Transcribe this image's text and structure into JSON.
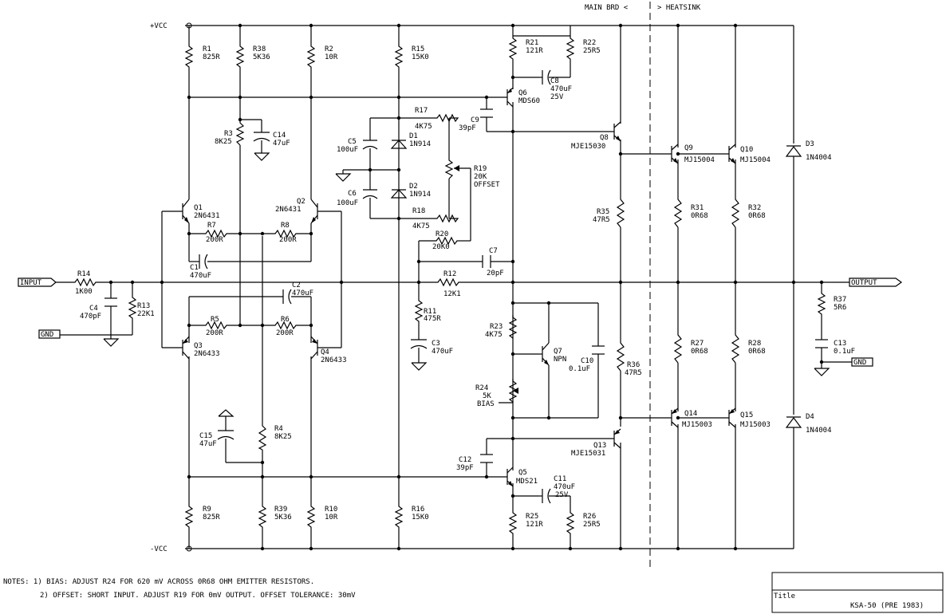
{
  "rails": {
    "pos": "+VCC",
    "neg": "-VCC"
  },
  "header": {
    "main_brd": "MAIN BRD <",
    "heatsink": "> HEATSINK"
  },
  "ports": {
    "input": "INPUT",
    "gnd_in": "GND",
    "output": "OUTPUT",
    "gnd_out": "GND"
  },
  "resistors": {
    "r1": {
      "ref": "R1",
      "val": "825R"
    },
    "r38": {
      "ref": "R38",
      "val": "5K36"
    },
    "r2": {
      "ref": "R2",
      "val": "10R"
    },
    "r15": {
      "ref": "R15",
      "val": "15K0"
    },
    "r21": {
      "ref": "R21",
      "val": "121R"
    },
    "r22": {
      "ref": "R22",
      "val": "25R5"
    },
    "r3": {
      "ref": "R3",
      "val": "8K25"
    },
    "r17": {
      "ref": "R17",
      "val": "4K75"
    },
    "r18": {
      "ref": "R18",
      "val": "4K75"
    },
    "r19": {
      "ref": "R19",
      "val": "20K",
      "extra": "OFFSET"
    },
    "r7": {
      "ref": "R7",
      "val": "200R"
    },
    "r8a": {
      "ref": "R8",
      "val": "200R"
    },
    "r20": {
      "ref": "R20",
      "val": "20K0"
    },
    "r14": {
      "ref": "R14",
      "val": "1K00"
    },
    "r13": {
      "ref": "R13",
      "val": "22K1"
    },
    "r12": {
      "ref": "R12",
      "val": "12K1"
    },
    "r11": {
      "ref": "R11",
      "val": "475R"
    },
    "r5": {
      "ref": "R5",
      "val": "200R"
    },
    "r6": {
      "ref": "R6",
      "val": "200R"
    },
    "r23": {
      "ref": "R23",
      "val": "4K75"
    },
    "r24": {
      "ref": "R24",
      "val": "5K",
      "extra": "BIAS"
    },
    "r35": {
      "ref": "R35",
      "val": "47R5"
    },
    "r36": {
      "ref": "R36",
      "val": "47R5"
    },
    "r31": {
      "ref": "R31",
      "val": "0R68"
    },
    "r32": {
      "ref": "R32",
      "val": "0R68"
    },
    "r27": {
      "ref": "R27",
      "val": "0R68"
    },
    "r28": {
      "ref": "R28",
      "val": "0R68"
    },
    "r37": {
      "ref": "R37",
      "val": "5R6"
    },
    "r4": {
      "ref": "R4",
      "val": "8K25"
    },
    "r9": {
      "ref": "R9",
      "val": "825R"
    },
    "r39": {
      "ref": "R39",
      "val": "5K36"
    },
    "r10": {
      "ref": "R10",
      "val": "10R"
    },
    "r16": {
      "ref": "R16",
      "val": "15K0"
    },
    "r25": {
      "ref": "R25",
      "val": "121R"
    },
    "r26": {
      "ref": "R26",
      "val": "25R5"
    }
  },
  "capacitors": {
    "c14": {
      "ref": "C14",
      "val": "47uF"
    },
    "c5": {
      "ref": "C5",
      "val": "100uF"
    },
    "c6": {
      "ref": "C6",
      "val": "100uF"
    },
    "c9": {
      "ref": "C9",
      "val": "39pF"
    },
    "c8": {
      "ref": "C8",
      "val": "470uF",
      "extra": "25V"
    },
    "c1": {
      "ref": "C1",
      "val": "470uF"
    },
    "c2": {
      "ref": "C2",
      "val": "470uF"
    },
    "c7": {
      "ref": "C7",
      "val": "20pF"
    },
    "c4": {
      "ref": "C4",
      "val": "470pF"
    },
    "c3": {
      "ref": "C3",
      "val": "470uF"
    },
    "c10": {
      "ref": "C10",
      "val": "0.1uF"
    },
    "c13": {
      "ref": "C13",
      "val": "0.1uF"
    },
    "c15": {
      "ref": "C15",
      "val": "47uF"
    },
    "c12": {
      "ref": "C12",
      "val": "39pF"
    },
    "c11": {
      "ref": "C11",
      "val": "470uF",
      "extra": "25V"
    }
  },
  "diodes": {
    "d1": {
      "ref": "D1",
      "val": "1N914"
    },
    "d2": {
      "ref": "D2",
      "val": "1N914"
    },
    "d3": {
      "ref": "D3",
      "val": "1N4004"
    },
    "d4": {
      "ref": "D4",
      "val": "1N4004"
    }
  },
  "transistors": {
    "q1": {
      "ref": "Q1",
      "val": "2N6431"
    },
    "q2": {
      "ref": "Q2",
      "val": "2N6431"
    },
    "q3": {
      "ref": "Q3",
      "val": "2N6433"
    },
    "q4": {
      "ref": "Q4",
      "val": "2N6433"
    },
    "q6": {
      "ref": "Q6",
      "val": "MDS60"
    },
    "q5": {
      "ref": "Q5",
      "val": "MDS21"
    },
    "q7": {
      "ref": "Q7",
      "val": "NPN"
    },
    "q8": {
      "ref": "Q8",
      "val": "MJE15030"
    },
    "q13": {
      "ref": "Q13",
      "val": "MJE15031"
    },
    "q9": {
      "ref": "Q9",
      "val": "MJ15004"
    },
    "q10": {
      "ref": "Q10",
      "val": "MJ15004"
    },
    "q14": {
      "ref": "Q14",
      "val": "MJ15003"
    },
    "q15": {
      "ref": "Q15",
      "val": "MJ15003"
    }
  },
  "notes": {
    "line1": "NOTES: 1) BIAS:  ADJUST R24 FOR 620 mV ACROSS 0R68 OHM EMITTER RESISTORS.",
    "line2": "2) OFFSET:  SHORT INPUT.  ADJUST R19 FOR 0mV OUTPUT.  OFFSET TOLERANCE:  30mV"
  },
  "title_block": {
    "title_label": "Title",
    "title": "KSA-50 (PRE 1983)"
  }
}
